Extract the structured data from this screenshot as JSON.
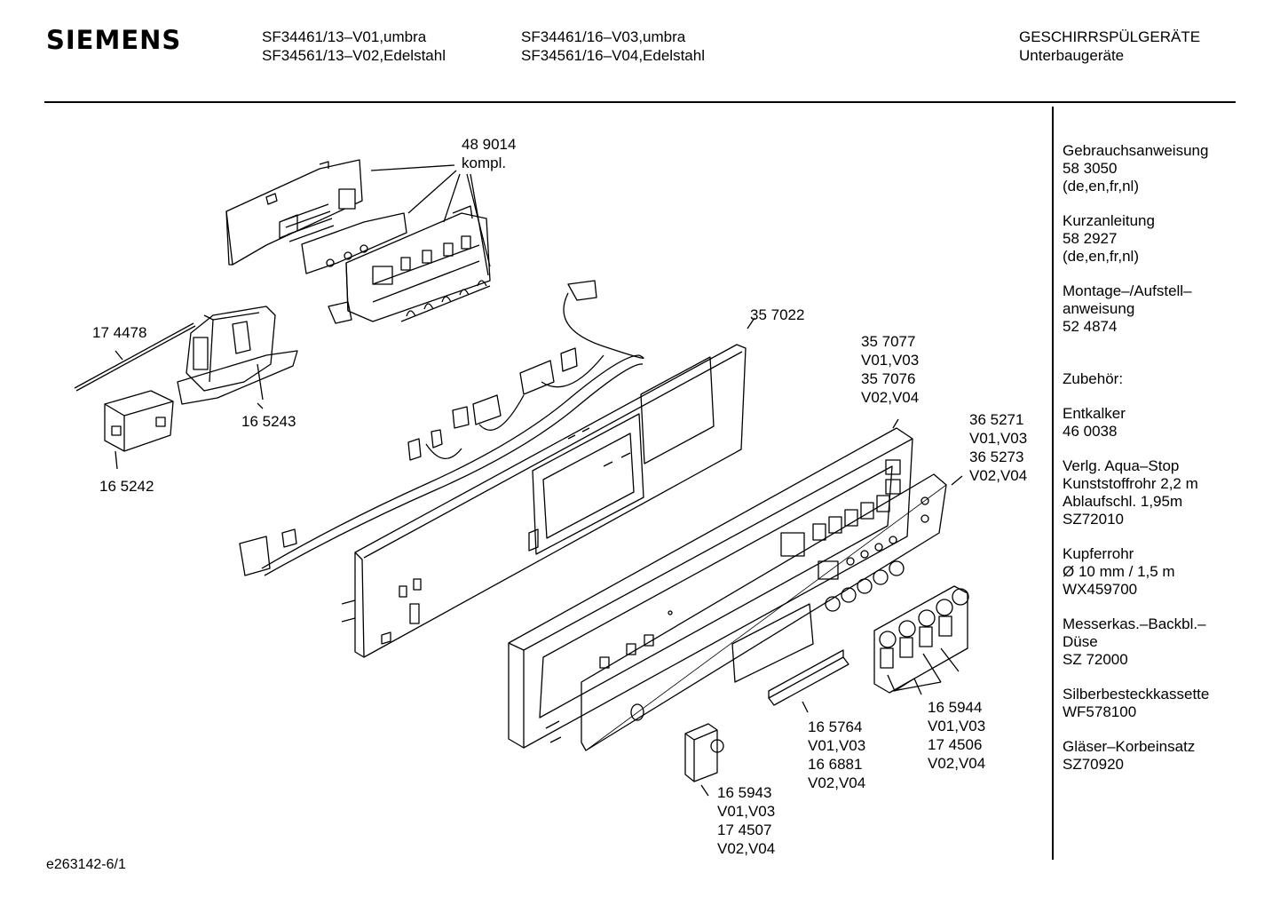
{
  "header": {
    "brand": "SIEMENS",
    "models_col1": [
      "SF34461/13–V01,umbra",
      "SF34561/13–V02,Edelstahl"
    ],
    "models_col2": [
      "SF34461/16–V03,umbra",
      "SF34561/16–V04,Edelstahl"
    ],
    "category": [
      "GESCHIRRSPÜLGERÄTE",
      "Unterbaugeräte"
    ]
  },
  "sidebar": {
    "groups": [
      [
        "Gebrauchsanweisung",
        "58 3050",
        "(de,en,fr,nl)"
      ],
      [
        "Kurzanleitung",
        "58 2927",
        "(de,en,fr,nl)"
      ],
      [
        "Montage–/Aufstell–",
        "anweisung",
        "52 4874"
      ],
      [
        "Zubehör:"
      ],
      [
        "Entkalker",
        "46 0038"
      ],
      [
        "Verlg. Aqua–Stop",
        "Kunststoffrohr 2,2 m",
        "Ablaufschl. 1,95m",
        "SZ72010"
      ],
      [
        "Kupferrohr",
        "Ø 10 mm / 1,5 m",
        "WX459700"
      ],
      [
        "Messerkas.–Backbl.–",
        "Düse",
        "SZ 72000"
      ],
      [
        "Silberbesteckkassette",
        "WF578100"
      ],
      [
        "Gläser–Korbeinsatz",
        "SZ70920"
      ]
    ]
  },
  "parts": [
    {
      "id": "p489014",
      "lines": [
        "48 9014",
        "kompl."
      ]
    },
    {
      "id": "p174478",
      "lines": [
        "17 4478"
      ]
    },
    {
      "id": "p165243",
      "lines": [
        "16 5243"
      ]
    },
    {
      "id": "p165242",
      "lines": [
        "16 5242"
      ]
    },
    {
      "id": "p357022",
      "lines": [
        "35 7022"
      ]
    },
    {
      "id": "p357077",
      "lines": [
        "35 7077",
        "V01,V03",
        "35 7076",
        "V02,V04"
      ]
    },
    {
      "id": "p365271",
      "lines": [
        "36 5271",
        "V01,V03",
        "36 5273",
        "V02,V04"
      ]
    },
    {
      "id": "p165764",
      "lines": [
        "16 5764",
        "V01,V03",
        "16 6881",
        "V02,V04"
      ]
    },
    {
      "id": "p165944",
      "lines": [
        "16 5944",
        "V01,V03",
        "17 4506",
        "V02,V04"
      ]
    },
    {
      "id": "p165943",
      "lines": [
        "16 5943",
        "V01,V03",
        "17 4507",
        "V02,V04"
      ]
    }
  ],
  "footer": {
    "code": "e263142-6/1"
  }
}
